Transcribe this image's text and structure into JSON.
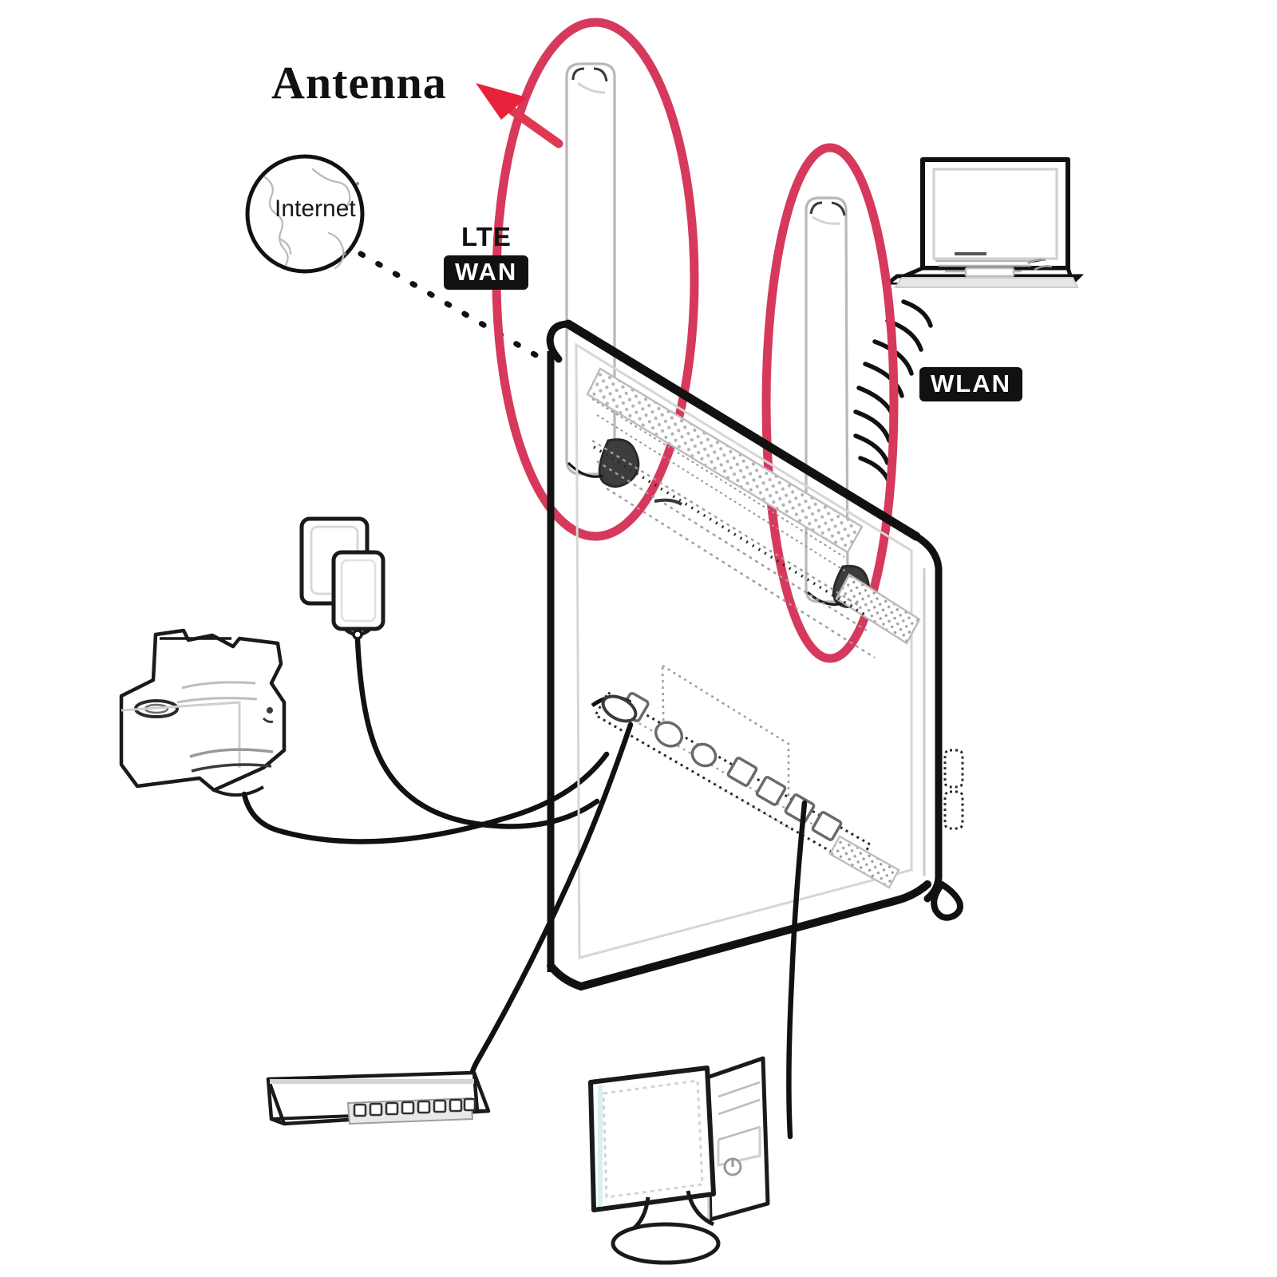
{
  "diagram": {
    "title_label": "Antenna",
    "type": "router-connection-diagram",
    "background_color": "#ffffff",
    "line_color": "#111111",
    "highlight_color": "#d6395c",
    "tag_background": "#111111",
    "tag_text_color": "#ffffff"
  },
  "labels": {
    "antenna": "Antenna",
    "lte": "LTE",
    "wan": "WAN",
    "wlan": "WLAN",
    "internet": "Internet"
  },
  "annotations": {
    "antenna_arrow": "red-arrow",
    "antenna_highlight_left": "red-ellipse",
    "antenna_highlight_right": "red-ellipse",
    "internet_link": "dashed-line",
    "wifi_signal": "wifi-arcs"
  },
  "devices": [
    {
      "name": "internet-globe",
      "label": "Internet"
    },
    {
      "name": "laptop",
      "label": ""
    },
    {
      "name": "printer",
      "label": ""
    },
    {
      "name": "power-adapter",
      "label": ""
    },
    {
      "name": "network-switch",
      "label": "",
      "ports": 8
    },
    {
      "name": "desktop-computer",
      "label": ""
    },
    {
      "name": "lte-router",
      "label": ""
    },
    {
      "name": "antenna-left",
      "label": ""
    },
    {
      "name": "antenna-right",
      "label": ""
    }
  ]
}
